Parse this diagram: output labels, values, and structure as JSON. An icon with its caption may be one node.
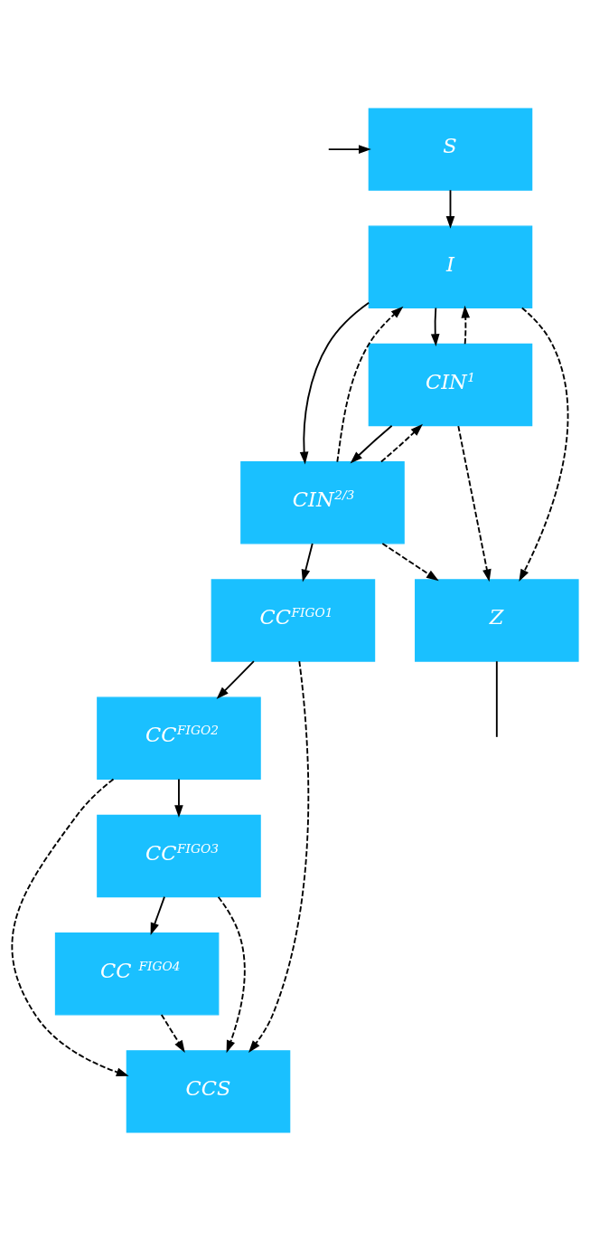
{
  "diagram": {
    "nodes": [
      {
        "text": [
          "S"
        ]
      },
      {
        "text": [
          "I"
        ]
      },
      {
        "text": [
          "CIN$^{1}$"
        ]
      },
      {
        "text": [
          "CIN$^{2/3}$"
        ]
      },
      {
        "text": [
          "Z"
        ]
      },
      {
        "text": [
          "CC$^{FIGO1}$"
        ]
      },
      {
        "text": [
          "CC$^{FIGO2}$"
        ]
      },
      {
        "text": [
          "CC$^{FIGO3}$"
        ]
      },
      {
        "text": [
          "CC $^{FIGO4}$"
        ]
      },
      {
        "text": [
          "CCS"
        ]
      }
    ],
    "edges": [
      {
        "from": null,
        "to": 0,
        "arrow": "to"
      },
      {
        "from": 0,
        "to": 1,
        "arrow": "to"
      },
      {
        "from": 1,
        "to": 2,
        "arrow": "to"
      },
      {
        "from": 2,
        "to": 1,
        "arrow": "to",
        "style": "dashed"
      },
      {
        "from": 1,
        "to": 3,
        "arrow": "to"
      },
      {
        "from": 3,
        "to": 1,
        "arrow": "to",
        "style": "dashed"
      },
      {
        "from": 2,
        "to": 3,
        "arrow": "to"
      },
      {
        "from": 3,
        "to": 2,
        "arrow": "to",
        "style": "dashed"
      },
      {
        "from": 1,
        "to": 4,
        "arrow": "to",
        "style": "dashed"
      },
      {
        "from": 2,
        "to": 4,
        "arrow": "to",
        "style": "dashed"
      },
      {
        "from": 3,
        "to": 4,
        "arrow": "to",
        "style": "dashed"
      },
      {
        "from": 3,
        "to": 5,
        "arrow": "to"
      },
      {
        "from": 5,
        "to": 6,
        "arrow": "to"
      },
      {
        "from": 6,
        "to": 7,
        "arrow": "to"
      },
      {
        "from": 7,
        "to": 8,
        "arrow": "to"
      },
      {
        "from": 5,
        "to": 9,
        "arrow": "to",
        "style": "dashed"
      },
      {
        "from": 6,
        "to": 9,
        "arrow": "to",
        "style": "dashed"
      },
      {
        "from": 7,
        "to": 9,
        "arrow": "to",
        "style": "dashed"
      },
      {
        "from": 8,
        "to": 9,
        "arrow": "to",
        "style": "dashed"
      },
      {
        "from": 4,
        "to": null,
        "arrow": "none"
      }
    ]
  }
}
